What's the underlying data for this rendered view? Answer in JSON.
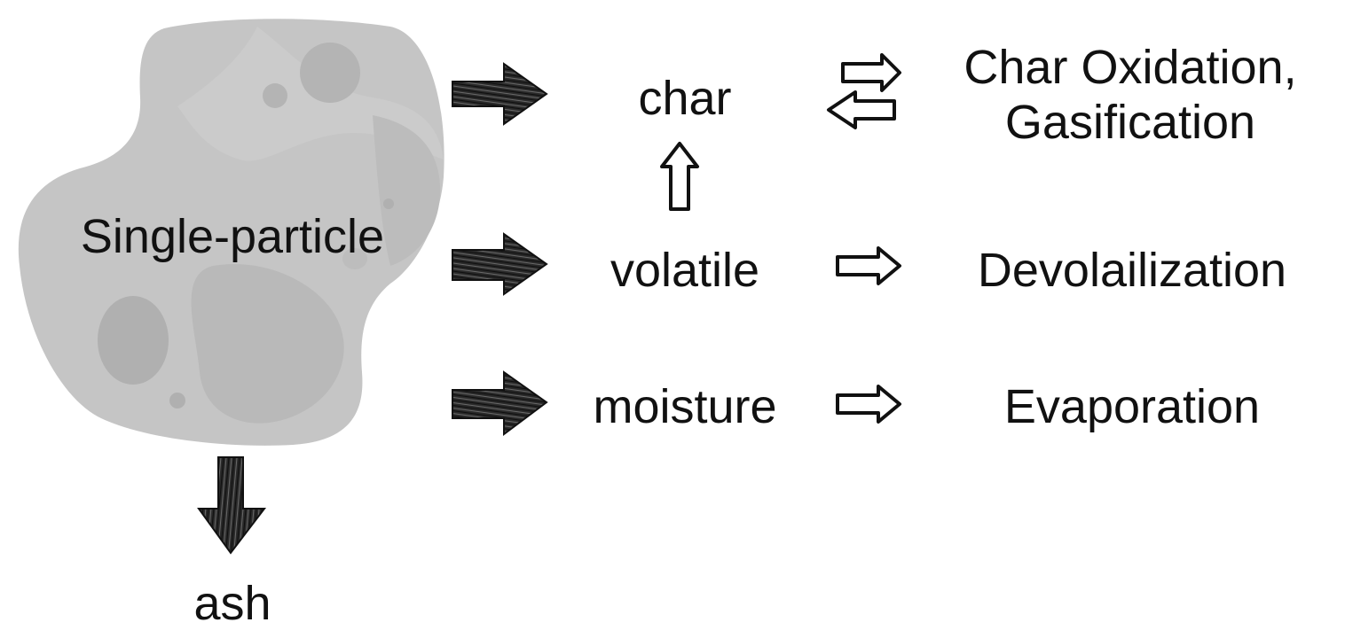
{
  "colors": {
    "particle_fill": "#c4c4c4",
    "particle_patch": "#b3b3b3",
    "particle_light": "#d2d2d2",
    "arrow_dark": "#222222",
    "arrow_outline": "#111111",
    "background": "#ffffff",
    "text": "#111111"
  },
  "particle": {
    "label": "Single-particle"
  },
  "products": {
    "char": "char",
    "volatile": "volatile",
    "moisture": "moisture",
    "ash": "ash"
  },
  "processes": {
    "char_line1": "Char Oxidation,",
    "char_line2": "Gasification",
    "volatile": "Devolailization",
    "moisture": "Evaporation"
  },
  "icons": {
    "forward_arrow": "hatched-right-arrow-icon",
    "down_arrow": "hatched-down-arrow-icon",
    "outline_arrow": "outline-right-arrow-icon",
    "bidirectional": "outline-bidirectional-arrows-icon",
    "up_arrow": "outline-up-arrow-icon"
  }
}
